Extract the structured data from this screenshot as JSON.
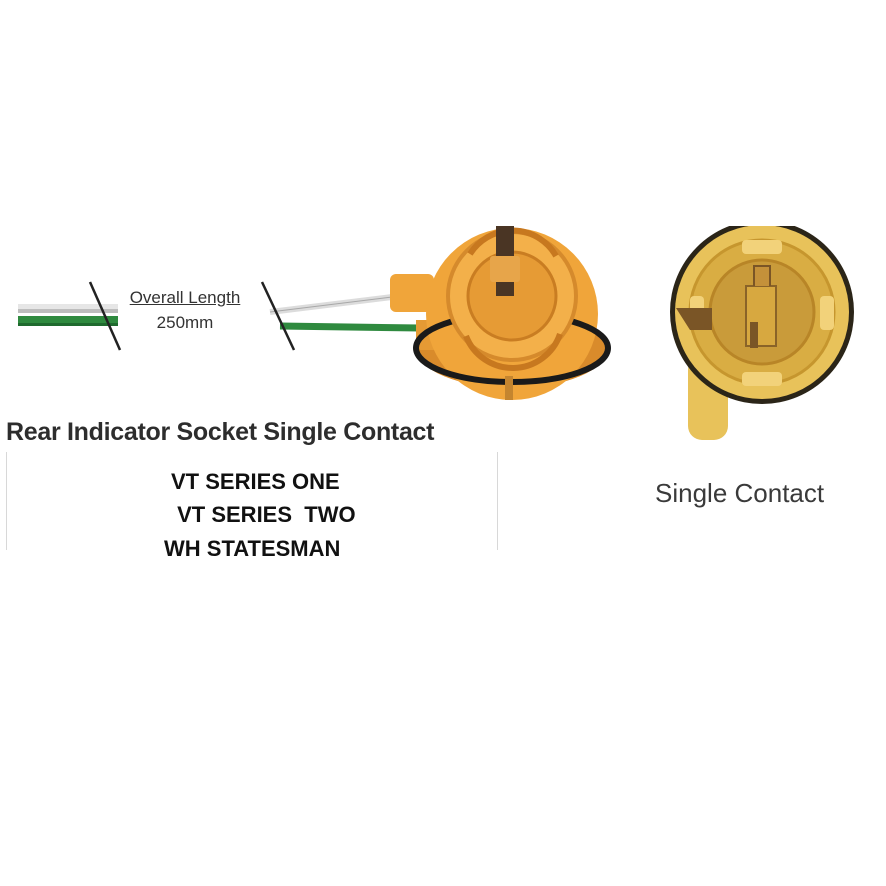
{
  "dimension": {
    "label": "Overall Length",
    "value": "250mm"
  },
  "caption": {
    "title": "Rear Indicator Socket Single Contact"
  },
  "models": [
    "VT SERIES ONE",
    " VT SERIES  TWO",
    "WH STATESMAN"
  ],
  "right_panel": {
    "label": "Single Contact"
  },
  "colors": {
    "socket_orange": "#f0a53a",
    "socket_yellow": "#e8c25a",
    "wire_green": "#2f8a3f",
    "wire_white": "#d9d9d9",
    "seal_black": "#1a1a1a"
  }
}
